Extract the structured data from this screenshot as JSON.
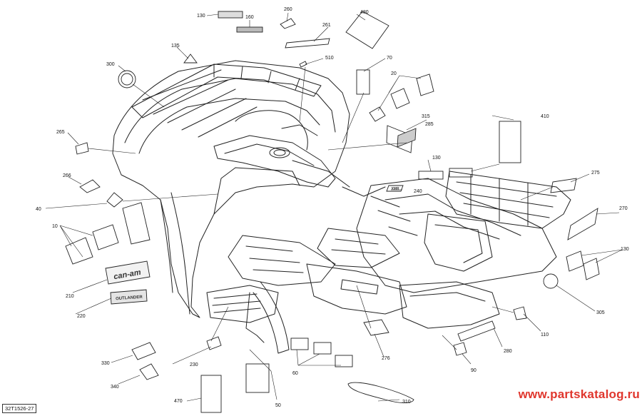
{
  "figure_code": "32T1526-27",
  "watermark": {
    "text": "www.partskatalog.ru",
    "color": "#e0362d"
  },
  "decal_texts": {
    "can_am_plate": "can-am",
    "outlander_plate": "OUTLANDER",
    "xmr_badge": "XMR"
  },
  "callouts": [
    "10",
    "20",
    "40",
    "50",
    "60",
    "70",
    "90",
    "110",
    "130",
    "130",
    "130",
    "135",
    "160",
    "210",
    "220",
    "230",
    "240",
    "260",
    "261",
    "265",
    "266",
    "270",
    "275",
    "276",
    "280",
    "285",
    "300",
    "305",
    "310",
    "315",
    "330",
    "340",
    "410",
    "470",
    "480",
    "510"
  ]
}
